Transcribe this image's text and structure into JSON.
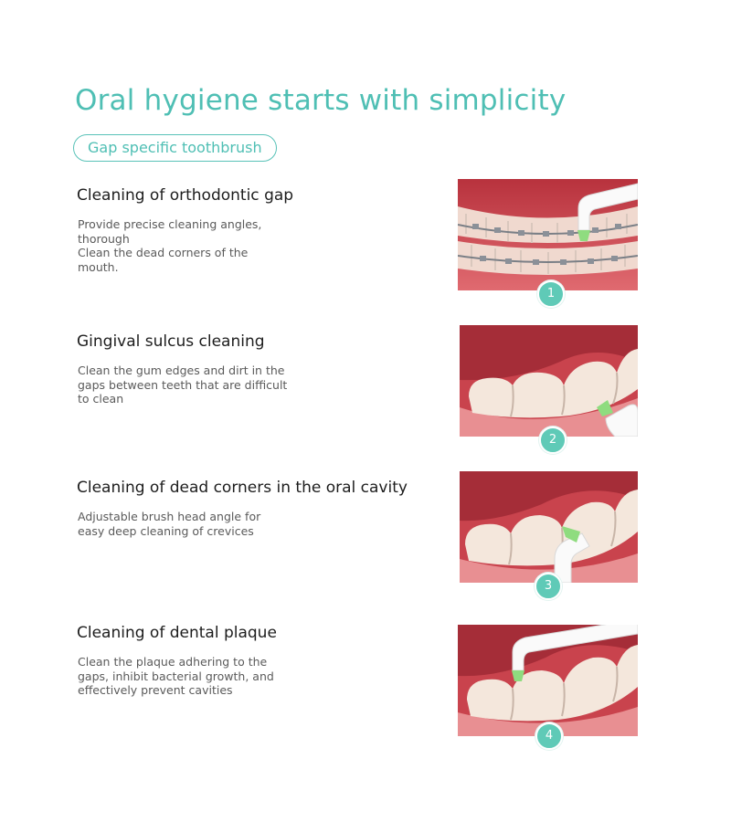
{
  "page": {
    "title": "Oral hygiene starts with simplicity",
    "subtitle": "Gap specific toothbrush"
  },
  "colors": {
    "accent": "#4fbfb4",
    "badge": "#5fcab7",
    "gum": "#d8525c",
    "tooth": "#f3e7dc",
    "brush_tip": "#8fdc7f"
  },
  "features": [
    {
      "title": "Cleaning of orthodontic gap",
      "description_lines": [
        "Provide precise cleaning angles,",
        "thorough",
        "Clean the dead corners of the",
        "mouth."
      ],
      "badge": "1",
      "image_icon": "braces-teeth-icon"
    },
    {
      "title": "Gingival sulcus cleaning",
      "description_lines": [
        "Clean the gum edges and dirt in the",
        "gaps between teeth that are difficult",
        "to clean"
      ],
      "badge": "2",
      "image_icon": "molars-gumline-icon"
    },
    {
      "title": "Cleaning of dead corners in the oral cavity",
      "description_lines": [
        "Adjustable brush head angle for",
        "easy deep cleaning of crevices"
      ],
      "badge": "3",
      "image_icon": "molars-crevice-icon"
    },
    {
      "title": "Cleaning of dental plaque",
      "description_lines": [
        "Clean the plaque adhering to the",
        "gaps, inhibit bacterial growth, and",
        "effectively prevent cavities"
      ],
      "badge": "4",
      "image_icon": "molars-plaque-icon"
    }
  ]
}
